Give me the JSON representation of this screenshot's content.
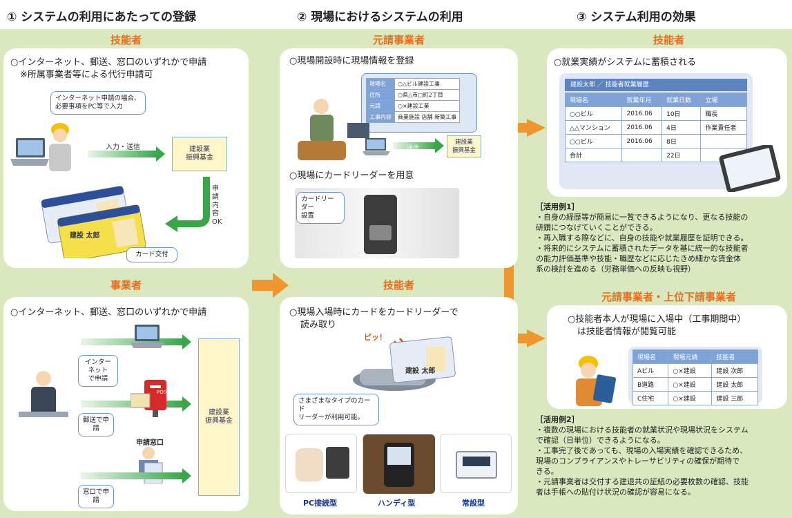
{
  "titles": {
    "col1": "① システムの利用にあたっての登録",
    "col2": "② 現場におけるシステムの利用",
    "col3": "③ システム利用の効果"
  },
  "col1": {
    "role_top": "技能者",
    "role_bottom": "事業者",
    "top_line1": "○インターネット、郵送、窓口のいずれかで申請",
    "top_line2": "※所属事業者等による代行申請可",
    "bubble_pc": "インターネット申請の場合、\n必要事項をPC等で入力",
    "input_send": "入力・送信",
    "foundation": "建設業\n振興基金",
    "review": "申請内容OK",
    "card_issue": "カード交付",
    "card_name": "建設 太郎",
    "bottom_line": "○インターネット、郵送、窓口のいずれかで申請",
    "b_internet": "インターネット\nで申請",
    "b_post": "郵送で申\n請",
    "b_window": "窓口で申\n請",
    "window_label": "申請窓口",
    "post_label": "POST",
    "foundation2": "建設業\n振興基金"
  },
  "col2": {
    "role_top": "元請事業者",
    "role_bottom": "技能者",
    "site_register": "○現場開設時に現場情報を登録",
    "site_table": [
      [
        "現場名",
        "○△ビル建設工事"
      ],
      [
        "住所",
        "○県△市□町2丁目"
      ],
      [
        "元請",
        "○×建設工業"
      ],
      [
        "工事内容",
        "商業施設 店舗 新築工事"
      ]
    ],
    "send_label": "送信",
    "foundation": "建設業\n振興基金",
    "reader_prepare": "○現場にカードリーダーを用意",
    "reader_bubble": "カードリーダー\n設置",
    "entry_line1": "○現場入場時にカードをカードリーダーで",
    "entry_line2": "読み取り",
    "beep": "ピッ！",
    "card_name": "建設 太郎",
    "types_bubble": "さまざまなタイプのカード\nリーダーが利用可能。",
    "type1": "PC接続型",
    "type2": "ハンディ型",
    "type3": "常設型"
  },
  "col3": {
    "role_top": "技能者",
    "accumulate": "○就業実績がシステムに蓄積される",
    "history_title": "建設太郎 ／ 技能者就業履歴",
    "history_headers": [
      "現場名",
      "就業年月",
      "就業日数",
      "立場"
    ],
    "history_rows": [
      [
        "○○ビル",
        "2016.06",
        "10日",
        "職長"
      ],
      [
        "△△マンション",
        "2016.06",
        "4日",
        "作業責任者"
      ],
      [
        "○○ビル",
        "2016.06",
        "8日",
        ""
      ],
      [
        "合計",
        "",
        "22日",
        ""
      ]
    ],
    "ex1_title": "［活用例1］",
    "ex1_items": [
      "・自身の経歴等が簡易に一覧できるようになり、更なる技能の\n  研鑽につなげていくことができる。",
      "・再入職する際などに、自身の技能や就業履歴を証明できる。",
      "・将来的にシステムに蓄積されたデータを基に統一的な技能者\n  の能力評価基準や技能・職歴などに応じたきめ細かな賃金体\n  系の検討を進める（労務単価への反映も視野）"
    ],
    "role_bottom": "元請事業者・上位下請事業者",
    "view_line1": "○技能者本人が現場に入場中（工事期間中）",
    "view_line2": "は技能者情報が閲覧可能",
    "site_headers": [
      "現場名",
      "現場元請",
      "技能者"
    ],
    "site_rows": [
      [
        "Aビル",
        "○×建設",
        "建設 次郎"
      ],
      [
        "B道路",
        "○×建設",
        "建設 太郎"
      ],
      [
        "C住宅",
        "○×建設",
        "建設 三郎"
      ]
    ],
    "ex2_title": "［活用例2］",
    "ex2_items": [
      "・複数の現場における技能者の就業状況や現場状況をシステム\n  で確認（日単位）できるようになる。",
      "・工事完了後であっても、現場の入場実績を確認できるため、\n  現場のコンプライアンスやトレーサビリティの確保が期待で\n  きる。",
      "・元請事業者は交付する建退共の証紙の必要枚数の確認、技能\n  者は手帳への貼付け状況の確認が容易になる。"
    ]
  },
  "colors": {
    "accent_orange": "#f0962e",
    "role_orange": "#e86e1a",
    "background": "#d9e8bf",
    "green_arrow": "#3aa64a",
    "table_header": "#7fa3d6"
  }
}
